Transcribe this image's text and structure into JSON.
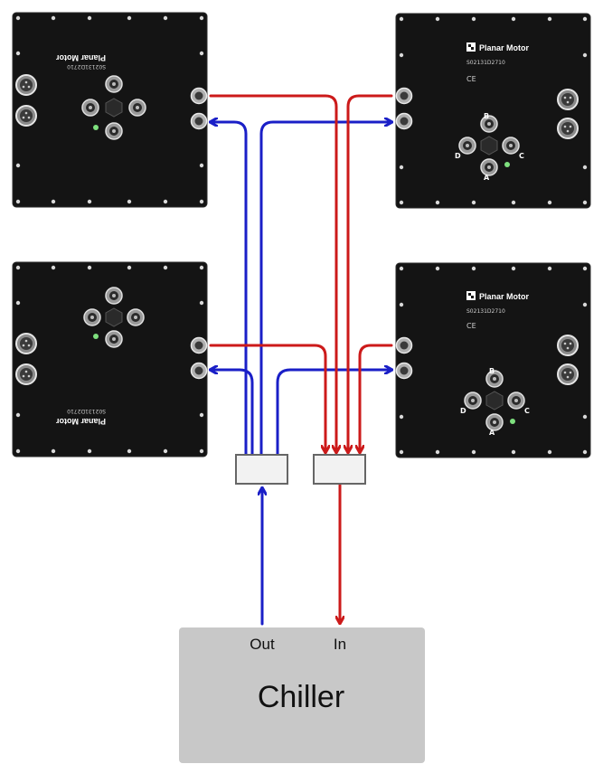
{
  "chiller": {
    "title": "Chiller",
    "out_label": "Out",
    "in_label": "In"
  },
  "module": {
    "brand": "Planar Motor",
    "serial": "S02131D2710",
    "port_letters": [
      "A",
      "B",
      "C",
      "D"
    ]
  },
  "colors": {
    "supply_line": "#1a1fc7",
    "return_line": "#cc1a1a",
    "chiller_fill": "#c8c8c8",
    "module_fill": "#141414",
    "manifold_fill": "#f2f2f2"
  }
}
